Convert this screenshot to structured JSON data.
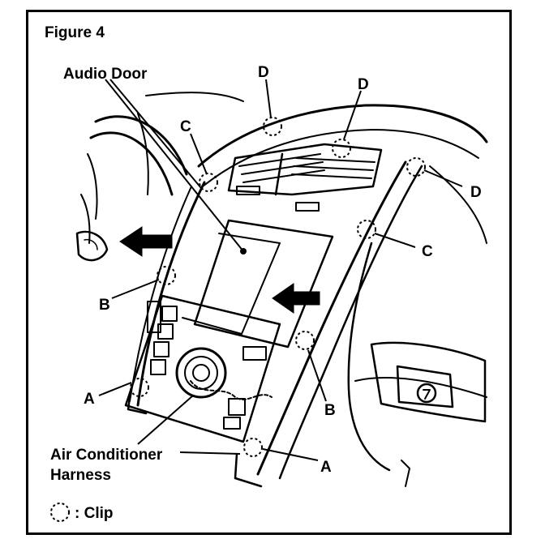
{
  "figure": {
    "title": "Figure 4"
  },
  "labels": {
    "audio_door": "Audio Door",
    "air_conditioner_harness_line1": "Air Conditioner",
    "air_conditioner_harness_line2": "Harness",
    "clip_legend": ": Clip",
    "clip_a": "A",
    "clip_b": "B",
    "clip_c": "C",
    "clip_d": "D"
  },
  "colors": {
    "ink": "#000000",
    "paper": "#ffffff"
  },
  "icons": {
    "clip_marker": "dashed-circle",
    "direction_arrow": "arrow-left-icon"
  }
}
